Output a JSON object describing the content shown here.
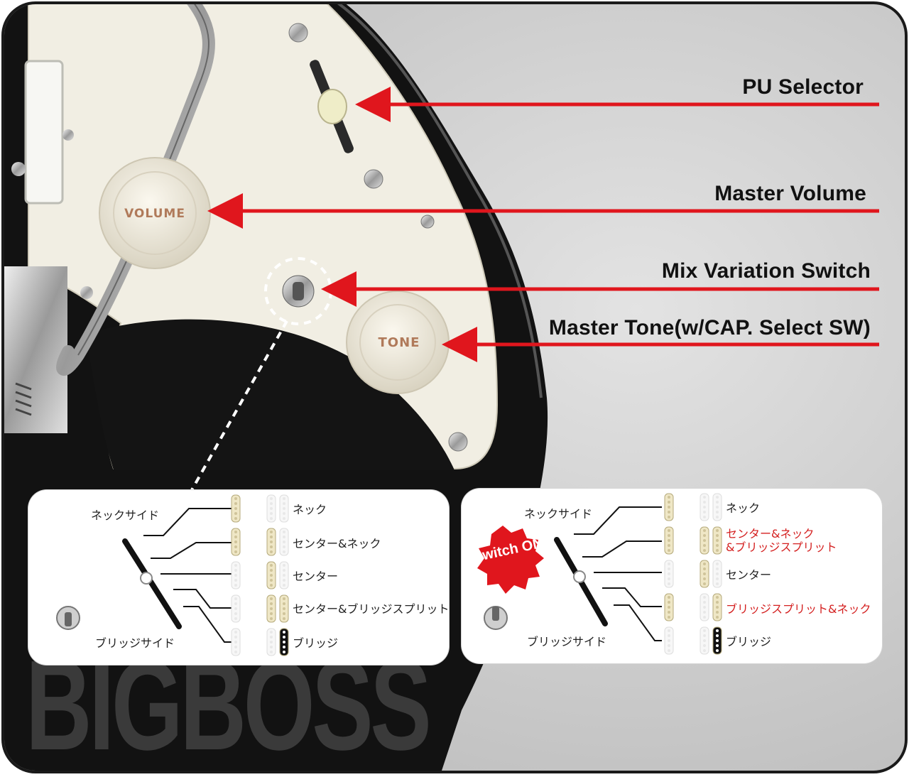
{
  "callouts": {
    "pu_selector": "PU Selector",
    "master_volume": "Master Volume",
    "mix_variation_switch": "Mix Variation Switch",
    "master_tone": "Master Tone(w/CAP. Select  SW)"
  },
  "knobs": {
    "volume_label": "VOLUME",
    "tone_label": "TONE"
  },
  "brand_watermark": "BIGBOSS",
  "panel_left": {
    "neck_side": "ネックサイド",
    "bridge_side": "ブリッジサイド",
    "positions": [
      {
        "label": "ネック"
      },
      {
        "label": "センター&ネック"
      },
      {
        "label": "センター"
      },
      {
        "label": "センター&ブリッジスプリット"
      },
      {
        "label": "ブリッジ"
      }
    ]
  },
  "panel_right": {
    "badge": "Switch ON!",
    "neck_side": "ネックサイド",
    "bridge_side": "ブリッジサイド",
    "positions": [
      {
        "label": "ネック"
      },
      {
        "label": "センター&ネック\n&ブリッジスプリット"
      },
      {
        "label": "センター"
      },
      {
        "label": "ブリッジスプリット&ネック"
      },
      {
        "label": "ブリッジ"
      }
    ]
  },
  "colors": {
    "arrow_red": "#e0161d",
    "highlight_red": "#d42020",
    "background_gray": "#c9c9c9",
    "body_black": "#111111",
    "pickguard_cream": "#f2efe4",
    "coil_gold": "#cfc49a"
  }
}
